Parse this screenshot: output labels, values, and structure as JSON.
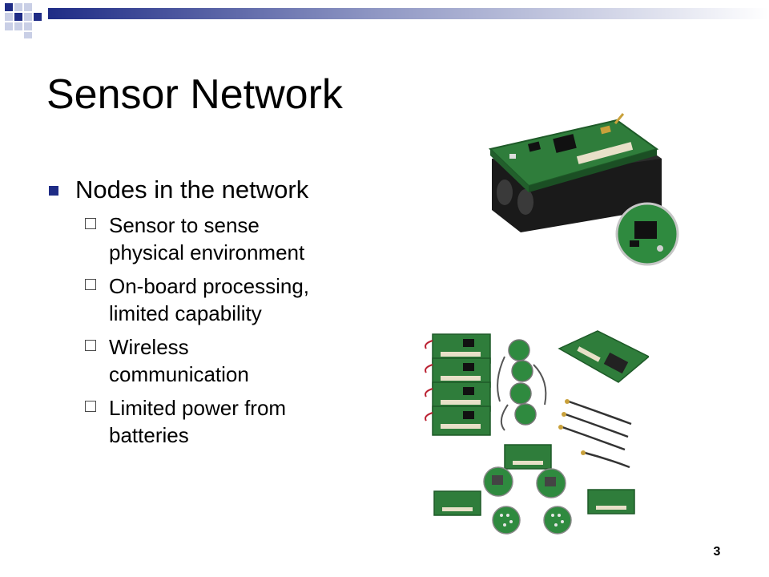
{
  "slide": {
    "title": "Sensor Network",
    "bullets": [
      {
        "text": "Nodes in the network",
        "sub": [
          [
            "Sensor to sense",
            "physical environment"
          ],
          [
            "On-board processing,",
            "limited capability"
          ],
          [
            "Wireless",
            "communication"
          ],
          [
            "Limited power from",
            "batteries"
          ]
        ]
      }
    ],
    "page_number": "3"
  },
  "colors": {
    "accent": "#1f2c86",
    "bar_light": "#d7dcea",
    "pcb_green": "#2f7d3b",
    "battery_black": "#1a1a1a"
  }
}
